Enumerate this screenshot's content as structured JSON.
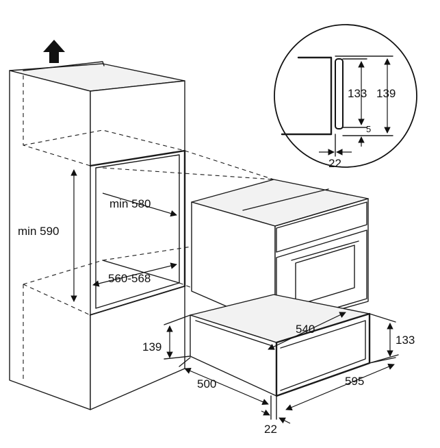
{
  "labels": {
    "min_height": "min 590",
    "min_depth": "min 580",
    "niche_width": "560-568",
    "drawer_height_left": "139",
    "drawer_depth": "500",
    "drawer_inner_width": "540",
    "drawer_width": "595",
    "drawer_height_right": "133",
    "bottom_gap": "22",
    "detail_inner_height": "133",
    "detail_outer_height": "139",
    "detail_offset": "5",
    "detail_gap": "22"
  },
  "icons": {
    "up_arrow": "up-arrow-icon"
  }
}
